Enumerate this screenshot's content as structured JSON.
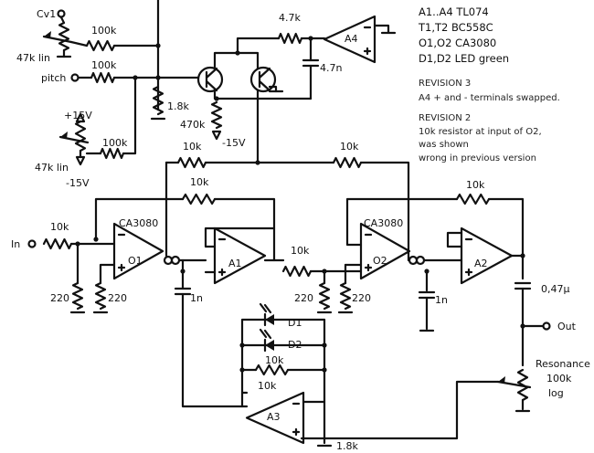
{
  "title": "VCF schematic",
  "notes": {
    "parts": [
      "A1..A4 TL074",
      "T1,T2 BC558C",
      "O1,O2 CA3080",
      "D1,D2 LED green"
    ],
    "rev3_title": "REVISION 3",
    "rev3_text": "A4 + and - terminals swapped.",
    "rev2_title": "REVISION 2",
    "rev2_lines": [
      "10k resistor at input of O2,",
      "was shown",
      "wrong in previous version"
    ]
  },
  "labels": {
    "cv1": "Cv1",
    "pitch": "pitch",
    "in": "In",
    "out": "Out",
    "pot1": "47k lin",
    "pot2": "47k lin",
    "plus15": "+15V",
    "minus15a": "-15V",
    "minus15b": "-15V",
    "r_cv": "100k",
    "r_pitch": "100k",
    "r_pot2": "100k",
    "r_18k": "1.8k",
    "r_470k": "470k",
    "r_47k": "4.7k",
    "c_47n": "4.7n",
    "r_top1": "10k",
    "r_top2": "10k",
    "r_fb1": "10k",
    "r_fb2": "10k",
    "r_in": "10k",
    "r_mid": "10k",
    "r_220a": "220",
    "r_220b": "220",
    "r_220c": "220",
    "r_220d": "220",
    "c1": "1n",
    "c2": "1n",
    "c3": "0,47µ",
    "o1": "O1",
    "o2": "O2",
    "a1": "A1",
    "a2": "A2",
    "a3": "A3",
    "a4": "A4",
    "ca1": "CA3080",
    "ca2": "CA3080",
    "d1": "D1",
    "d2": "D2",
    "r_d1": "10k",
    "r_d2": "10k",
    "r_18k_b": "1.8k",
    "res_title": "Resonance",
    "res_val": "100k",
    "res_taper": "log"
  }
}
